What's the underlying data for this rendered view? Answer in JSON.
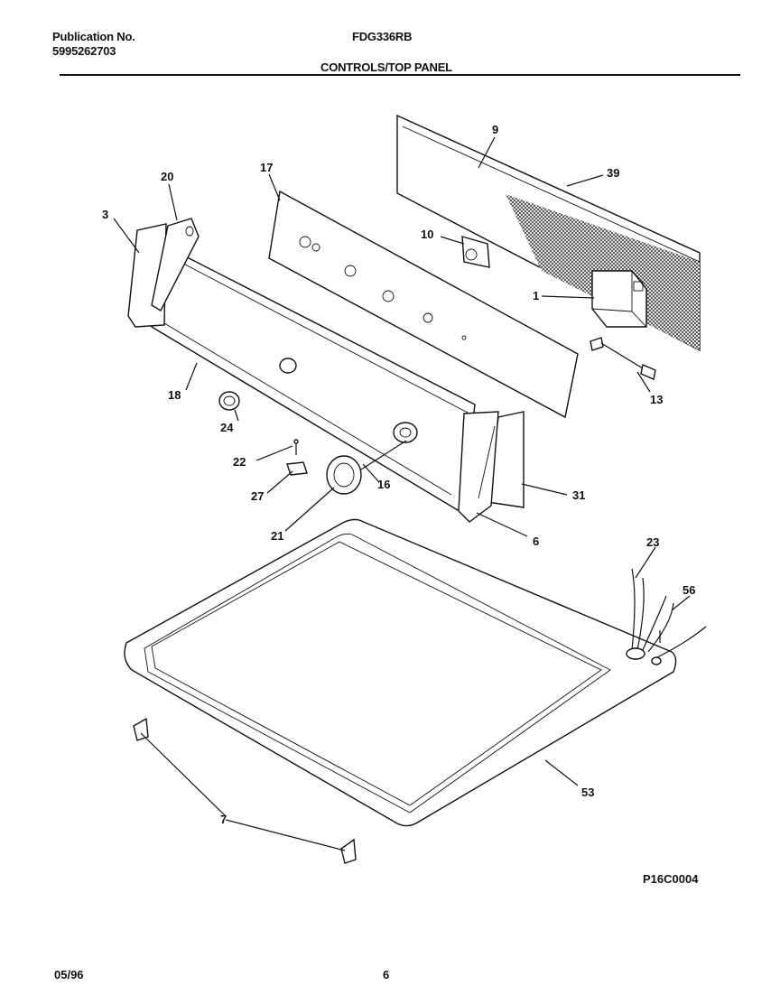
{
  "header": {
    "publication_label": "Publication No.",
    "publication_number": "5995262703",
    "model": "FDG336RB",
    "section_title": "CONTROLS/TOP PANEL"
  },
  "footer": {
    "figure_code": "P16C0004",
    "date": "05/96",
    "page": "6"
  },
  "callouts": {
    "c1": "1",
    "c3": "3",
    "c6": "6",
    "c7": "7",
    "c9": "9",
    "c10": "10",
    "c13": "13",
    "c16": "16",
    "c17": "17",
    "c18": "18",
    "c20": "20",
    "c21": "21",
    "c22": "22",
    "c23": "23",
    "c24": "24",
    "c27": "27",
    "c31": "31",
    "c39": "39",
    "c53": "53",
    "c56": "56"
  }
}
